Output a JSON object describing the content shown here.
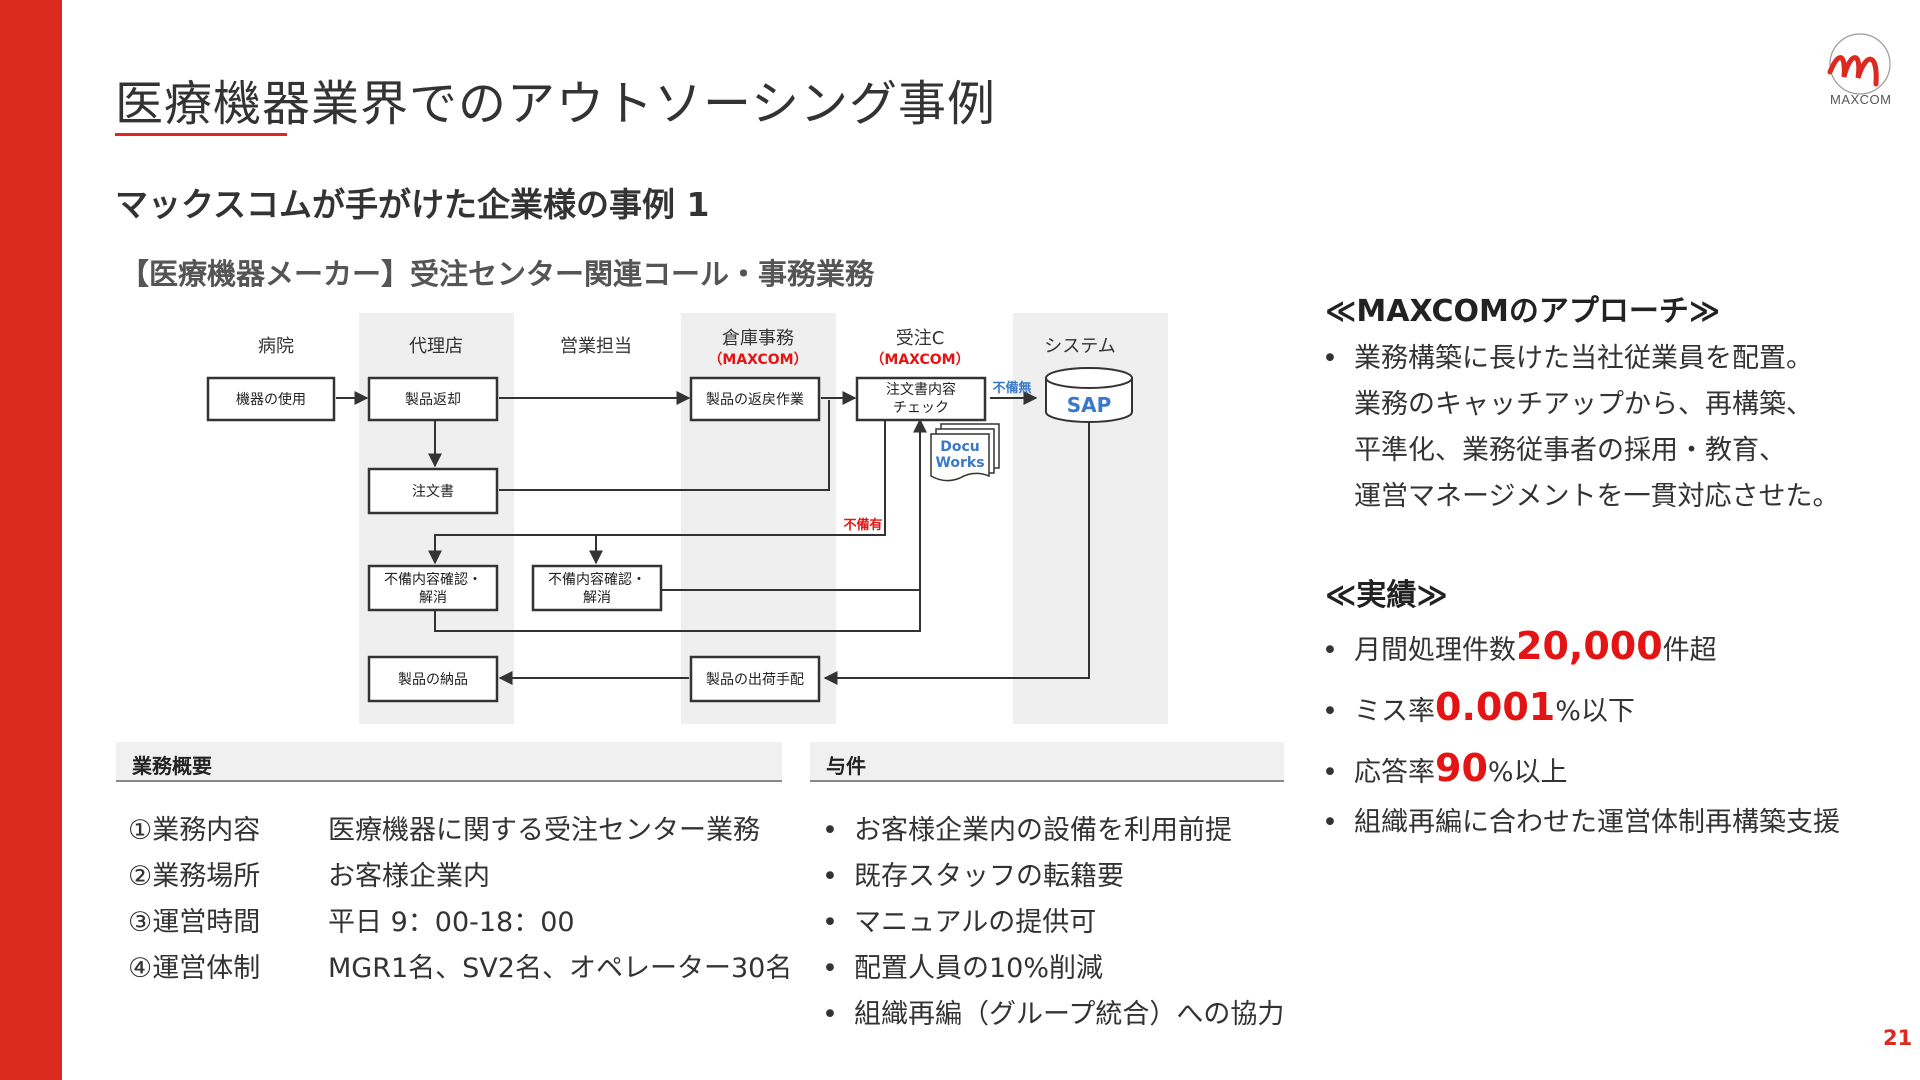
{
  "page": {
    "title": "医療機器業界でのアウトソーシング事例",
    "subtitle": "マックスコムが手がけた企業様の事例 1",
    "case_title": "【医療機器メーカー】受注センター関連コール・事務業務",
    "page_number": "21",
    "accent_color": "#dc2a20",
    "highlight_color": "#e41414"
  },
  "logo": {
    "text": "MAXCOM"
  },
  "diagram": {
    "columns": [
      "病院",
      "代理店",
      "営業担当",
      "倉庫事務",
      "受注C",
      "システム"
    ],
    "column_notes": [
      "（MAXCOM）",
      "（MAXCOM）"
    ],
    "boxes": {
      "device_use": "機器の使用",
      "product_return": "製品返却",
      "return_work": "製品の返戻作業",
      "order_check_1": "注文書内容",
      "order_check_2": "チェック",
      "order_form": "注文書",
      "deficiency_agent_1": "不備内容確認・",
      "deficiency_agent_2": "解消",
      "deficiency_sales_1": "不備内容確認・",
      "deficiency_sales_2": "解消",
      "delivery": "製品の納品",
      "shipping": "製品の出荷手配"
    },
    "docuworks": [
      "Docu",
      "Works"
    ],
    "sap": "SAP",
    "labels": {
      "no_deficiency": "不備無",
      "has_deficiency": "不備有"
    }
  },
  "overview": {
    "heading": "業務概要",
    "rows": [
      {
        "label": "①業務内容",
        "value": "医療機器に関する受注センター業務"
      },
      {
        "label": "②業務場所",
        "value": "お客様企業内"
      },
      {
        "label": "③運営時間",
        "value": "平日 9：00-18：00"
      },
      {
        "label": "④運営体制",
        "value": "MGR1名、SV2名、オペレーター30名"
      }
    ]
  },
  "conditions": {
    "heading": "与件",
    "bullet": "•",
    "items": [
      "お客様企業内の設備を利用前提",
      "既存スタッフの転籍要",
      "マニュアルの提供可",
      "配置人員の10%削減",
      "組織再編（グループ統合）への協力"
    ]
  },
  "approach": {
    "heading": "≪MAXCOMのアプローチ≫",
    "bullet": "•",
    "lines": [
      "業務構築に長けた当社従業員を配置。",
      "業務のキャッチアップから、再構築、",
      "平準化、業務従事者の採用・教育、",
      "運営マネージメントを一貫対応させた。"
    ]
  },
  "results": {
    "heading": "≪実績≫",
    "bullet": "•",
    "items": [
      {
        "pre": "月間処理件数",
        "value": "20,000",
        "post": "件超"
      },
      {
        "pre": "ミス率",
        "value": "0.001",
        "post": "%以下"
      },
      {
        "pre": "応答率",
        "value": "90",
        "post": "%以上"
      },
      {
        "pre": "組織再編に合わせた運営体制再構築支援",
        "value": "",
        "post": ""
      }
    ]
  }
}
